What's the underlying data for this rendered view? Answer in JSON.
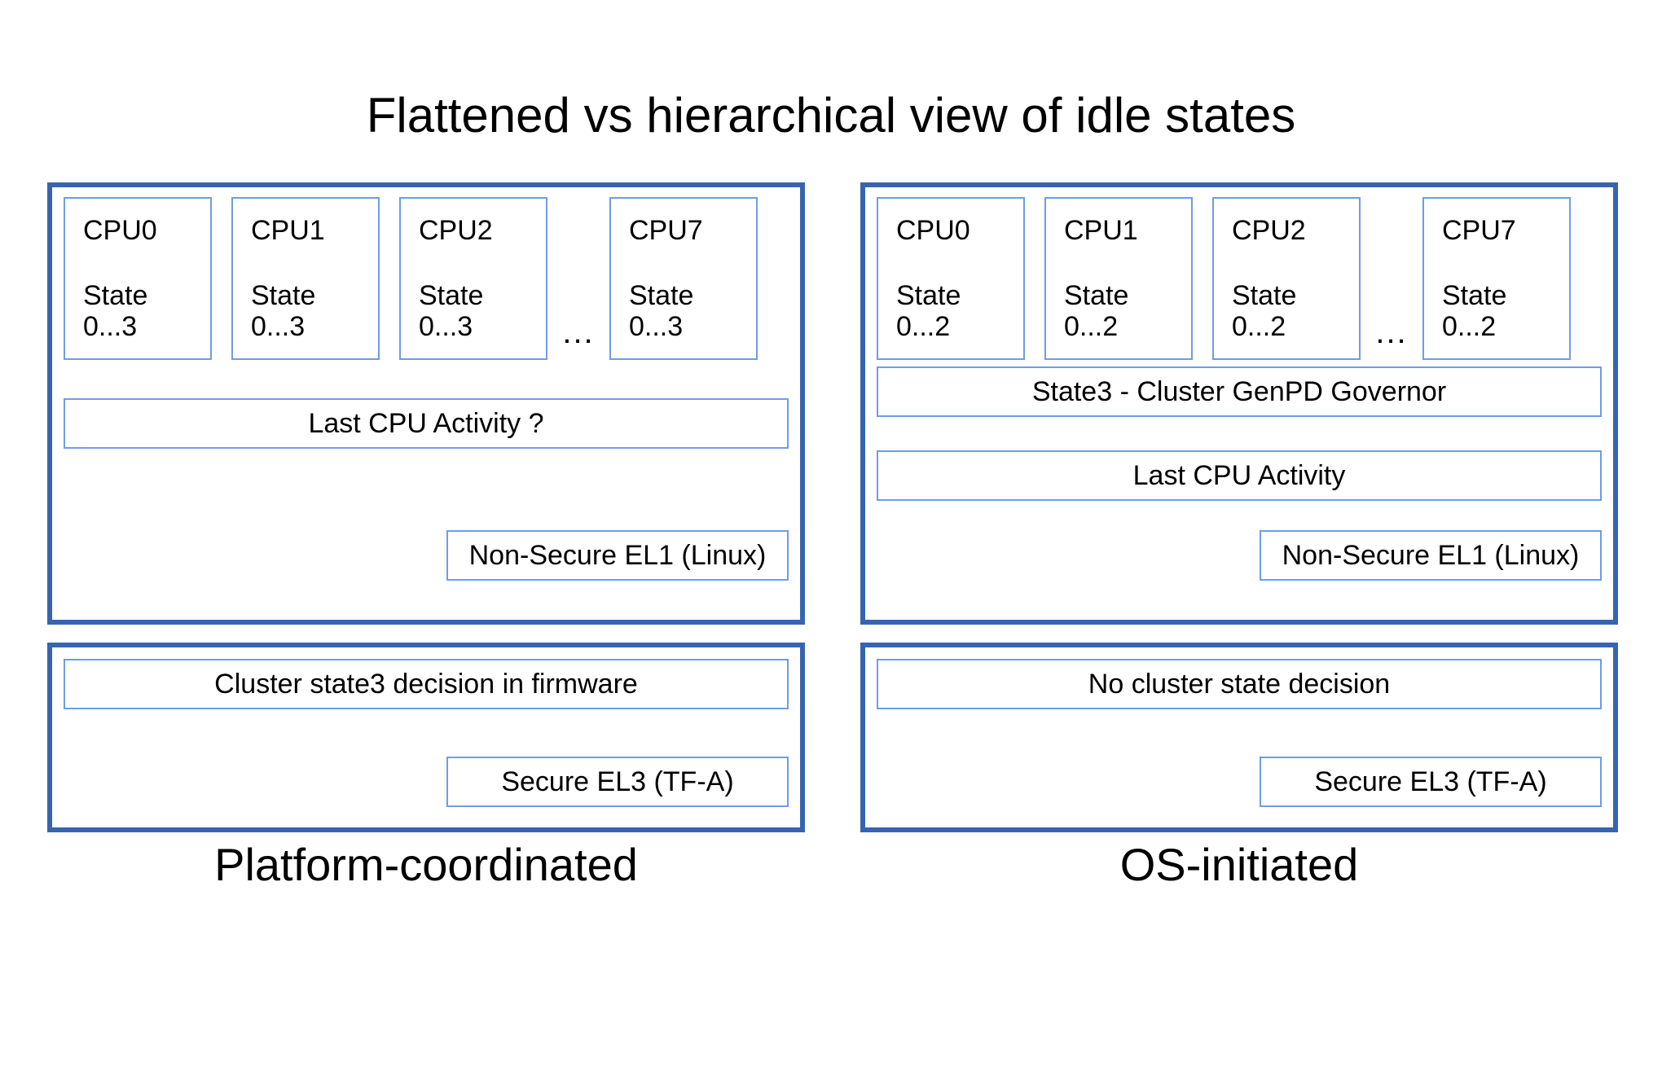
{
  "title": "Flattened vs hierarchical view of idle states",
  "colors": {
    "panel_border": "#3764b0",
    "box_border": "#6f9ce8",
    "background": "#ffffff",
    "text": "#000000"
  },
  "columns": [
    {
      "id": "platform-coordinated",
      "caption": "Platform-coordinated",
      "os_panel": {
        "cpus": [
          {
            "name": "CPU0",
            "state_label": "State",
            "state_range": "0...3"
          },
          {
            "name": "CPU1",
            "state_label": "State",
            "state_range": "0...3"
          },
          {
            "name": "CPU2",
            "state_label": "State",
            "state_range": "0...3"
          },
          {
            "name": "CPU7",
            "state_label": "State",
            "state_range": "0...3"
          }
        ],
        "ellipsis": "...",
        "last_cpu_activity": "Last CPU Activity ?",
        "exception_level": "Non-Secure EL1 (Linux)"
      },
      "fw_panel": {
        "decision": "Cluster state3 decision in firmware",
        "exception_level": "Secure EL3 (TF-A)"
      }
    },
    {
      "id": "os-initiated",
      "caption": "OS-initiated",
      "os_panel": {
        "cpus": [
          {
            "name": "CPU0",
            "state_label": "State",
            "state_range": "0...2"
          },
          {
            "name": "CPU1",
            "state_label": "State",
            "state_range": "0...2"
          },
          {
            "name": "CPU2",
            "state_label": "State",
            "state_range": "0...2"
          },
          {
            "name": "CPU7",
            "state_label": "State",
            "state_range": "0...2"
          }
        ],
        "ellipsis": "...",
        "cluster_governor": "State3 - Cluster GenPD Governor",
        "last_cpu_activity": "Last CPU Activity",
        "exception_level": "Non-Secure EL1 (Linux)"
      },
      "fw_panel": {
        "decision": "No cluster state decision",
        "exception_level": "Secure EL3 (TF-A)"
      }
    }
  ]
}
